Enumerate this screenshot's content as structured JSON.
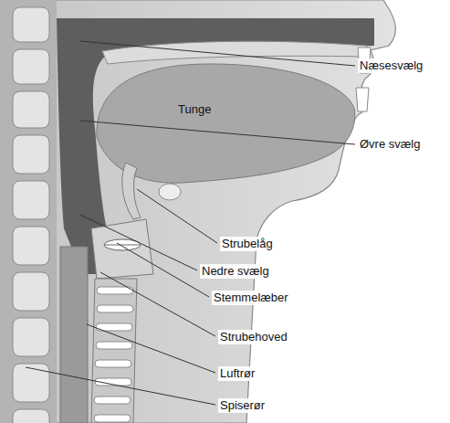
{
  "diagram": {
    "labels": [
      "Næsesvælg",
      "Tunge",
      "Øvre svælg",
      "Strubelåg",
      "Nedre svælg",
      "Stemmelæber",
      "Strubehoved",
      "Luftrør",
      "Spiserør"
    ]
  }
}
